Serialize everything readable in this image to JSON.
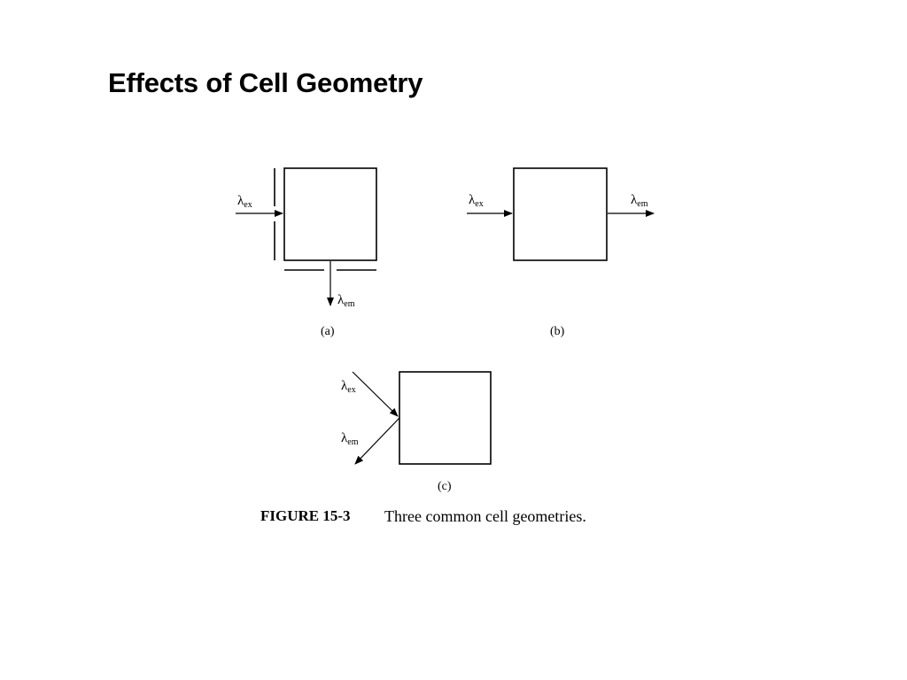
{
  "slide": {
    "title": "Effects of Cell Geometry"
  },
  "figure": {
    "panels": [
      {
        "id": "a",
        "label": "(a)",
        "excitation": {
          "symbol": "λ",
          "subscript": "ex"
        },
        "emission": {
          "symbol": "λ",
          "subscript": "em"
        }
      },
      {
        "id": "b",
        "label": "(b)",
        "excitation": {
          "symbol": "λ",
          "subscript": "ex"
        },
        "emission": {
          "symbol": "λ",
          "subscript": "em"
        }
      },
      {
        "id": "c",
        "label": "(c)",
        "excitation": {
          "symbol": "λ",
          "subscript": "ex"
        },
        "emission": {
          "symbol": "λ",
          "subscript": "em"
        }
      }
    ],
    "caption": {
      "number": "FIGURE 15-3",
      "text": "Three common cell geometries."
    }
  }
}
